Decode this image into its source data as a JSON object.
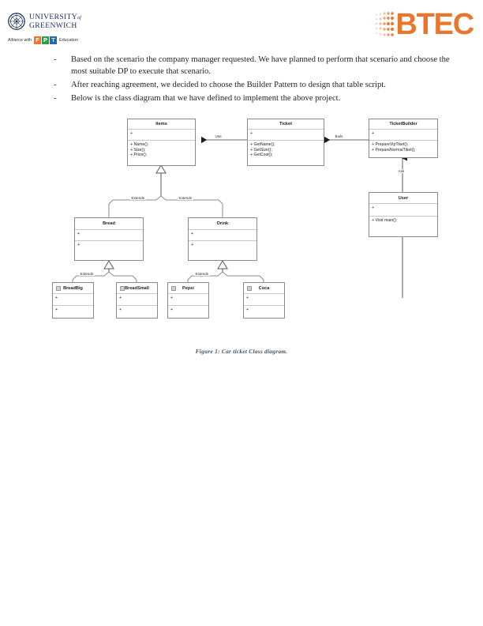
{
  "header": {
    "university_logo": {
      "line1": "UNIVERSITY",
      "of": "of",
      "line2": "GREENWICH",
      "crest_icon": "greenwich-crest-icon"
    },
    "fpt_alliance": {
      "prefix": "Alliance with",
      "letters": [
        "F",
        "P",
        "T"
      ],
      "suffix": "Education"
    },
    "btec_logo": {
      "text": "BTEC",
      "color": "#e8762c",
      "dots_icon": "btec-dots-icon"
    }
  },
  "body": {
    "bullet_marker": "-",
    "items": [
      "Based on the scenario the company manager requested. We have planned to perform that scenario and choose the most suitable DP to execute that scenario.",
      "After reaching agreement, we decided to choose the Builder Pattern to design that table script.",
      "Below is the class diagram that we have defined to implement the above project."
    ]
  },
  "diagram": {
    "caption": "Figure 1: Car ticket Class diagram.",
    "classes": [
      {
        "id": "items",
        "name": "Items",
        "has_icon": false,
        "compartments": [
          [
            "+"
          ],
          [
            "+ Name();",
            "+ Size();",
            "+ Price();"
          ]
        ]
      },
      {
        "id": "ticket",
        "name": "Ticket",
        "has_icon": false,
        "compartments": [
          [
            "+"
          ],
          [
            "+ GetName();",
            "+ GetSize();",
            "+ GetCost();"
          ]
        ]
      },
      {
        "id": "ticketbuilder",
        "name": "TicketBuilder",
        "has_icon": false,
        "compartments": [
          [
            "+"
          ],
          [
            "+ PrepareVipTiket();",
            "+ PrepareNormalTiket();"
          ]
        ]
      },
      {
        "id": "user",
        "name": "User",
        "has_icon": false,
        "compartments": [
          [
            "+"
          ],
          [
            "+ Void main();"
          ]
        ]
      },
      {
        "id": "bread",
        "name": "Bread",
        "has_icon": false,
        "compartments": [
          [
            "+"
          ],
          [
            "+"
          ]
        ]
      },
      {
        "id": "drink",
        "name": "Drink",
        "has_icon": false,
        "compartments": [
          [
            "+"
          ],
          [
            "+"
          ]
        ]
      },
      {
        "id": "breadbig",
        "name": "BreadBig",
        "has_icon": true,
        "compartments": [
          [
            "+"
          ],
          [
            "+"
          ]
        ]
      },
      {
        "id": "breadsmall",
        "name": "BreadSmall",
        "has_icon": true,
        "compartments": [
          [
            "+"
          ],
          [
            "+"
          ]
        ]
      },
      {
        "id": "pepsi",
        "name": "Pepsi",
        "has_icon": true,
        "compartments": [
          [
            "+"
          ],
          [
            "+"
          ]
        ]
      },
      {
        "id": "coca",
        "name": "Coca",
        "has_icon": true,
        "compartments": [
          [
            "+"
          ],
          [
            "+"
          ]
        ]
      }
    ],
    "edges": [
      {
        "id": "use",
        "label": "Use",
        "from": "ticket",
        "to": "items",
        "type": "association"
      },
      {
        "id": "buils",
        "label": "Buils",
        "from": "ticketbuilder",
        "to": "ticket",
        "type": "association"
      },
      {
        "id": "ask",
        "label": "Ask",
        "from": "user",
        "to": "ticketbuilder",
        "type": "association"
      },
      {
        "id": "ext-bread",
        "label": "Extends",
        "from": "bread",
        "to": "items",
        "type": "generalization"
      },
      {
        "id": "ext-drink",
        "label": "Extends",
        "from": "drink",
        "to": "items",
        "type": "generalization"
      },
      {
        "id": "ext-breads",
        "label": "Extends",
        "from": "breadbig",
        "to": "bread",
        "type": "generalization"
      },
      {
        "id": "ext-drinks",
        "label": "Extends",
        "from": "pepsi",
        "to": "drink",
        "type": "generalization"
      }
    ]
  }
}
